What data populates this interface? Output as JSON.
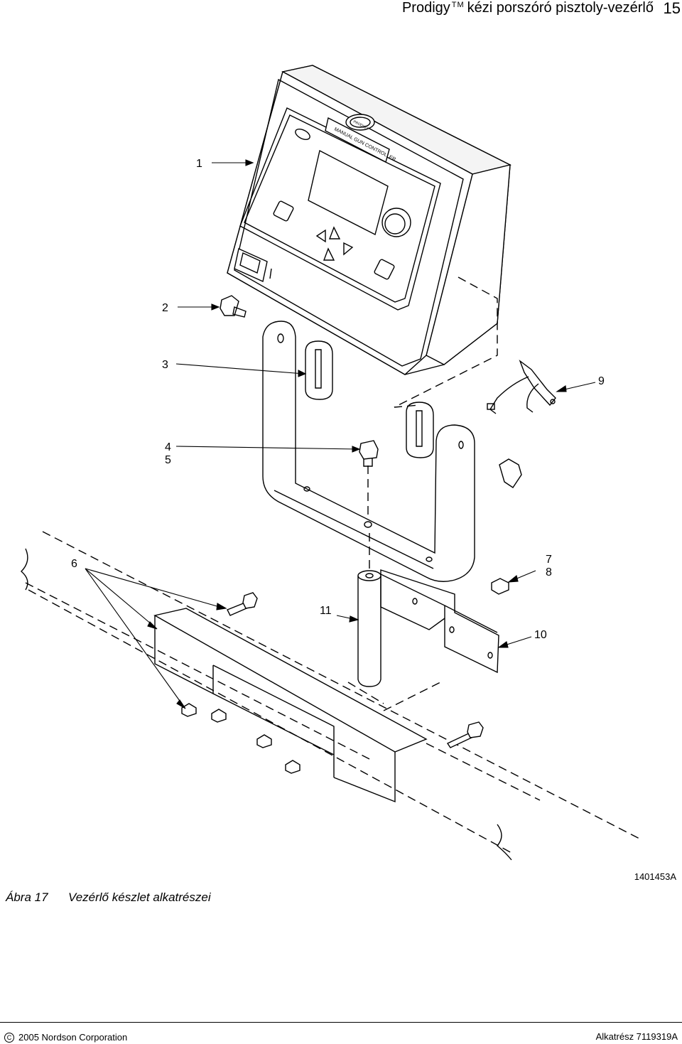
{
  "header": {
    "product": "Prodigy",
    "trademark": "TM",
    "subtitle": "kézi porszóró pisztoly-vezérlő",
    "page_number": "15"
  },
  "callouts": [
    "1",
    "2",
    "3",
    "4",
    "5",
    "6",
    "7",
    "8",
    "9",
    "10",
    "11"
  ],
  "controller_panel": {
    "brand_text": "PRODIGY",
    "model_text": "MANUAL GUN CONTROLLER"
  },
  "figure": {
    "id": "1401453A",
    "label": "Ábra 17",
    "caption": "Vezérlő készlet alkatrészei"
  },
  "footer": {
    "copyright": "2005 Nordson Corporation",
    "part_number": "Alkatrész 7119319A"
  }
}
